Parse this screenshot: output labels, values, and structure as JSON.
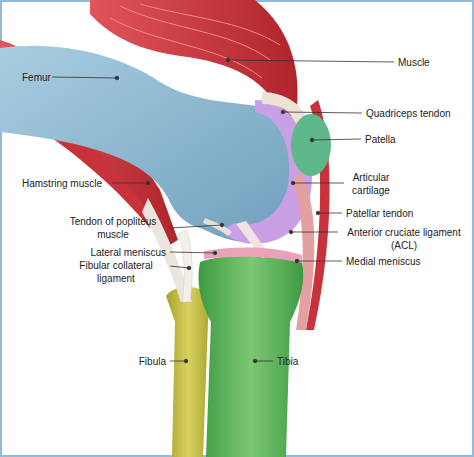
{
  "diagram": {
    "labels": [
      "Muscle",
      "Femur",
      "Quadriceps tendon",
      "Patella",
      "Hamstring muscle",
      "Articular cartilage",
      "Patellar tendon",
      "Tendon of popliteus muscle",
      "Anterior cruciate ligament (ACL)",
      "Lateral meniscus",
      "Medial meniscus",
      "Fibular collateral ligament",
      "Fibula",
      "Tibia"
    ]
  }
}
